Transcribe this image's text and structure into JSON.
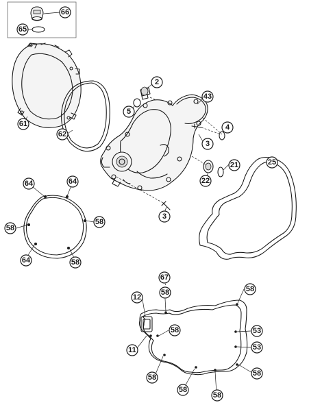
{
  "callouts": {
    "c66": "66",
    "c65": "65",
    "c61": "61",
    "c62": "62",
    "c2": "2",
    "c5": "5",
    "c43": "43",
    "c4": "4",
    "c3a": "3",
    "c21": "21",
    "c22": "22",
    "c25": "25",
    "c3b": "3",
    "c64a": "64",
    "c64b": "64",
    "c58a": "58",
    "c58b": "58",
    "c64c": "64",
    "c58c": "58",
    "c67": "67",
    "c12": "12",
    "c58d": "58",
    "c58e": "58",
    "c58f": "58",
    "c53a": "53",
    "c53b": "53",
    "c11": "11",
    "c58g": "58",
    "c58h": "58",
    "c58i": "58",
    "c58j": "58"
  }
}
